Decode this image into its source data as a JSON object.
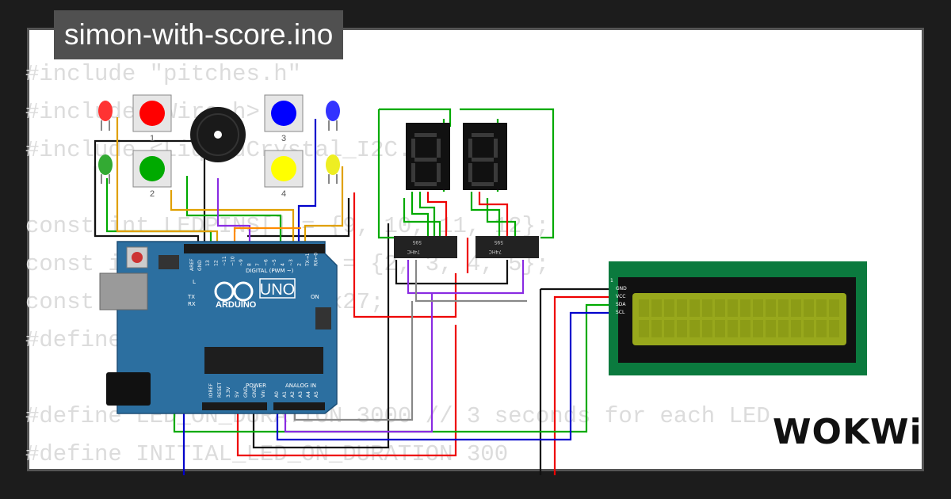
{
  "title": "simon-with-score.ino",
  "brand": "WOKWi",
  "code_lines": [
    "#include \"pitches.h\"",
    "#include <Wire.h>",
    "#include <LiquidCrystal_I2C.h>",
    "",
    "const int LEDPINS[] = {9, 10, 11, 12};",
    "const int buttonPins[] = {2, 3, 4, 5};",
    "const int LCD_ADDR = 0x27;",
    "#define NUM_LEDS 8",
    "",
    "#define LED_ON_DURATION 3000 // 3 seconds for each LED",
    "#define INITIAL_LED_ON_DURATION 300"
  ],
  "board": {
    "name": "UNO",
    "brand": "ARDUINO",
    "digital_label": "DIGITAL (PWM ~)",
    "power_label": "POWER",
    "analog_label": "ANALOG IN",
    "on_label": "ON",
    "aref": "AREF",
    "gnd": "GND",
    "l_label": "L",
    "tx_label": "TX",
    "rx_label": "RX",
    "digital_pins": [
      "13",
      "12",
      "~11",
      "~10",
      "~9",
      "8",
      "7",
      "~6",
      "~5",
      "4",
      "~3",
      "2",
      "TX→1",
      "RX←0"
    ],
    "power_pins": [
      "IOREF",
      "RESET",
      "3.3V",
      "5V",
      "GND",
      "GND",
      "Vin"
    ],
    "analog_pins": [
      "A0",
      "A1",
      "A2",
      "A3",
      "A4",
      "A5"
    ]
  },
  "buttons": [
    {
      "label": "1",
      "color": "#ff0000"
    },
    {
      "label": "2",
      "color": "#00aa00"
    },
    {
      "label": "3",
      "color": "#0000ff"
    },
    {
      "label": "4",
      "color": "#ffff00"
    }
  ],
  "leds": [
    {
      "color": "red",
      "hex": "#ff3333"
    },
    {
      "color": "green",
      "hex": "#33aa33"
    },
    {
      "color": "blue",
      "hex": "#3333ff"
    },
    {
      "color": "yellow",
      "hex": "#eeee22"
    }
  ],
  "shift_register": {
    "chip": "74HC",
    "number": "595"
  },
  "lcd": {
    "pins": [
      "GND",
      "VCC",
      "SDA",
      "SCL"
    ],
    "pin_index": "1"
  },
  "colors": {
    "background": "#1c1c1c",
    "board": "#2c6fa0",
    "lcd_pcb": "#0b7a3e",
    "lcd_screen": "#98a81c"
  }
}
